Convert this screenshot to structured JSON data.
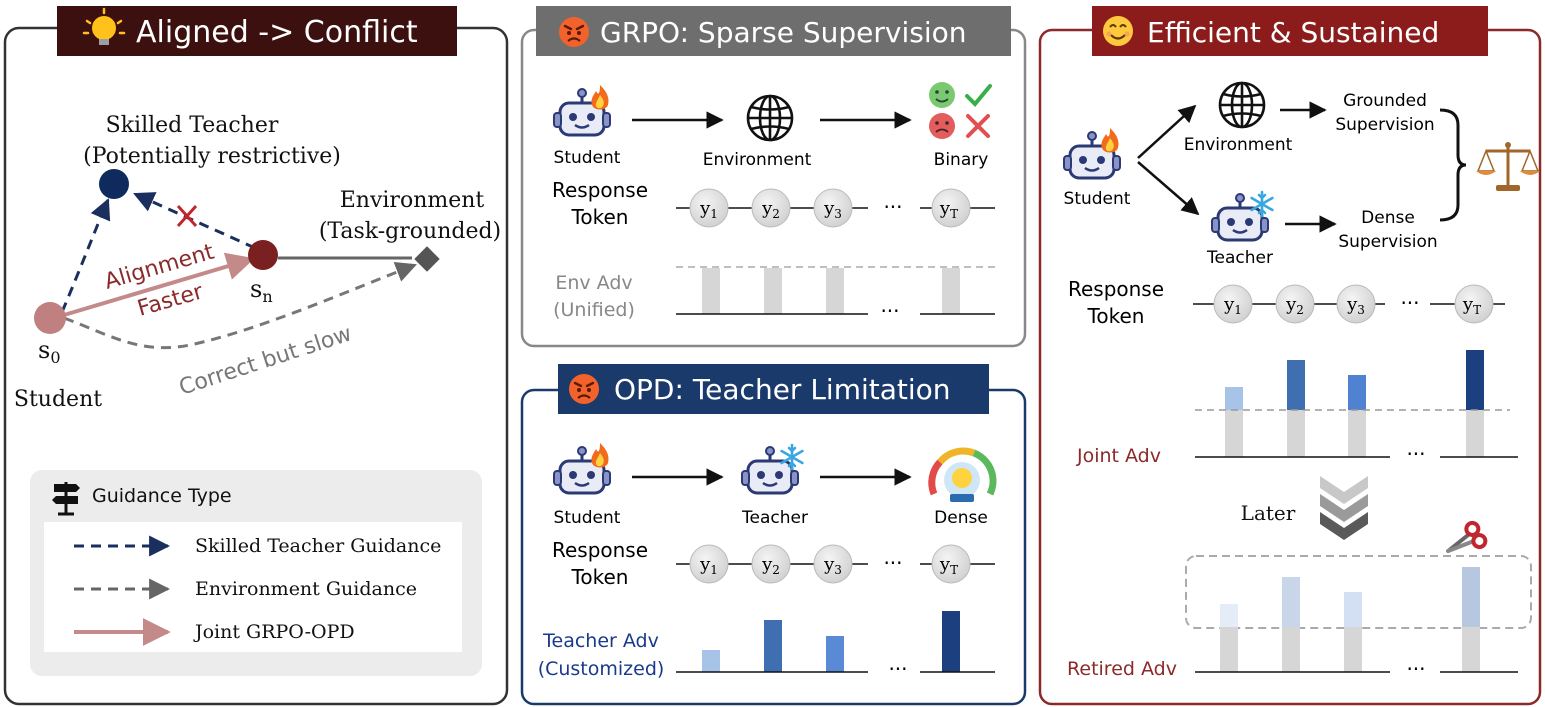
{
  "colors": {
    "panel1_border": "#333333",
    "panel1_title_bg": "#3d1010",
    "grpo_title_bg": "#6e6e6e",
    "opd_title_bg": "#1a3a6b",
    "opd_border": "#1a3a6b",
    "panel3_title_bg": "#8c1c1c",
    "panel3_border": "#8c2a2a",
    "teacher_dot": "#0f2a5c",
    "student_dot": "#c08080",
    "sn_dot": "#7a2020",
    "alignment_text": "#8b2a2a",
    "env_gray": "#666666",
    "bar_gray": "#d6d6d6",
    "adv_dark": "#1c3f80",
    "adv_mid": "#3f6fb4",
    "adv_light": "#a8c3e8",
    "adv_red_label": "#8c2a2a"
  },
  "panel1": {
    "title": "Aligned -> Conflict",
    "title_icon": "bulb-icon",
    "teacher_label": "Skilled Teacher",
    "teacher_sub": "(Potentially restrictive)",
    "env_label": "Environment",
    "env_sub": "(Task-grounded)",
    "alignment_text": "Alignment",
    "faster_text": "Faster",
    "slow_text": "Correct but slow",
    "s0": "s",
    "s0_sub": "0",
    "sn": "s",
    "sn_sub": "n",
    "student_label": "Student",
    "legend": {
      "title": "Guidance Type",
      "items": [
        {
          "label": "Skilled Teacher Guidance"
        },
        {
          "label": "Environment Guidance"
        },
        {
          "label": "Joint GRPO-OPD"
        }
      ]
    }
  },
  "grpo": {
    "title": "GRPO: Sparse Supervision",
    "title_icon": "angry-face-icon",
    "student_label": "Student",
    "env_label": "Environment",
    "binary_label": "Binary",
    "response_label_1": "Response",
    "response_label_2": "Token",
    "tokens": [
      {
        "base": "y",
        "sub": "1"
      },
      {
        "base": "y",
        "sub": "2"
      },
      {
        "base": "y",
        "sub": "3"
      },
      {
        "base": "y",
        "sub": "T"
      }
    ],
    "ellipsis": "···",
    "adv_label_1": "Env Adv",
    "adv_label_2": "(Unified)"
  },
  "opd": {
    "title": "OPD: Teacher Limitation",
    "title_icon": "angry-face-icon",
    "student_label": "Student",
    "teacher_label": "Teacher",
    "dense_label": "Dense",
    "response_label_1": "Response",
    "response_label_2": "Token",
    "tokens": [
      {
        "base": "y",
        "sub": "1"
      },
      {
        "base": "y",
        "sub": "2"
      },
      {
        "base": "y",
        "sub": "3"
      },
      {
        "base": "y",
        "sub": "T"
      }
    ],
    "ellipsis": "···",
    "adv_label_1": "Teacher Adv",
    "adv_label_2": "(Customized)"
  },
  "panel3": {
    "title": "Efficient & Sustained",
    "title_icon": "smile-face-icon",
    "student_label": "Student",
    "env_label": "Environment",
    "teacher_label": "Teacher",
    "grounded_1": "Grounded",
    "grounded_2": "Supervision",
    "dense_1": "Dense",
    "dense_2": "Supervision",
    "response_label_1": "Response",
    "response_label_2": "Token",
    "tokens": [
      {
        "base": "y",
        "sub": "1"
      },
      {
        "base": "y",
        "sub": "2"
      },
      {
        "base": "y",
        "sub": "3"
      },
      {
        "base": "y",
        "sub": "T"
      }
    ],
    "ellipsis": "···",
    "joint_adv": "Joint Adv",
    "later": "Later",
    "retired_adv": "Retired Adv"
  }
}
